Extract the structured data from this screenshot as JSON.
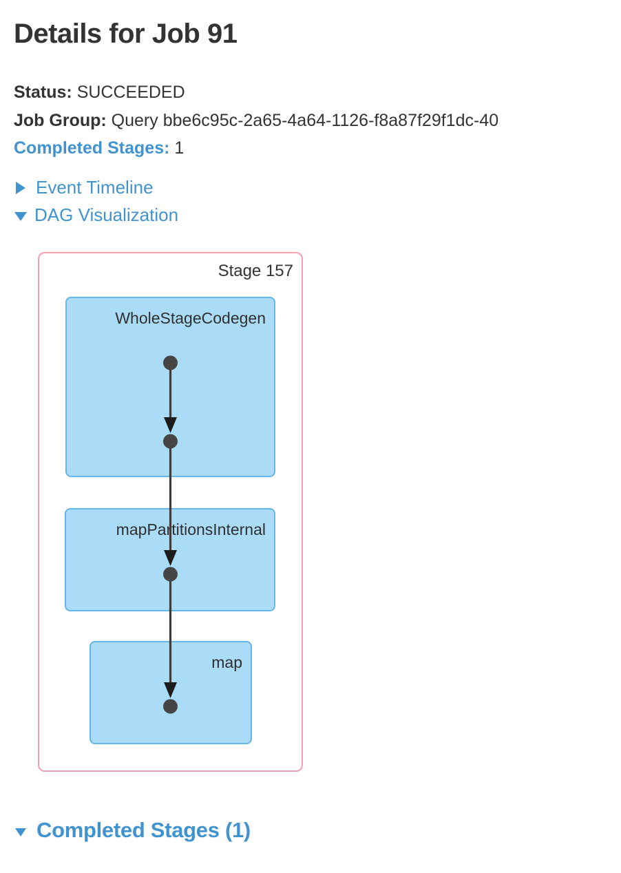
{
  "colors": {
    "accent": "#4193cf",
    "body_text": "#333333",
    "stage_border": "#F2A0AE",
    "node_fill": "#ABDCF7",
    "node_border": "#64B5E8",
    "edge": "#3d3d3d"
  },
  "page": {
    "title": "Details for Job 91"
  },
  "summary": {
    "status_label": "Status:",
    "status_value": "SUCCEEDED",
    "job_group_label": "Job Group:",
    "job_group_value": "Query bbe6c95c-2a65-4a64-1126-f8a87f29f1dc-40",
    "completed_stages_label": "Completed Stages:",
    "completed_stages_value": "1"
  },
  "toggles": {
    "event_timeline": {
      "label": "Event Timeline",
      "state": "collapsed"
    },
    "dag_visualization": {
      "label": "DAG Visualization",
      "state": "expanded"
    }
  },
  "dag": {
    "stage_label": "Stage 157",
    "operators": [
      "WholeStageCodegen",
      "mapPartitionsInternal",
      "map"
    ]
  },
  "sections": {
    "completed_stages_heading": "Completed Stages (1)"
  }
}
